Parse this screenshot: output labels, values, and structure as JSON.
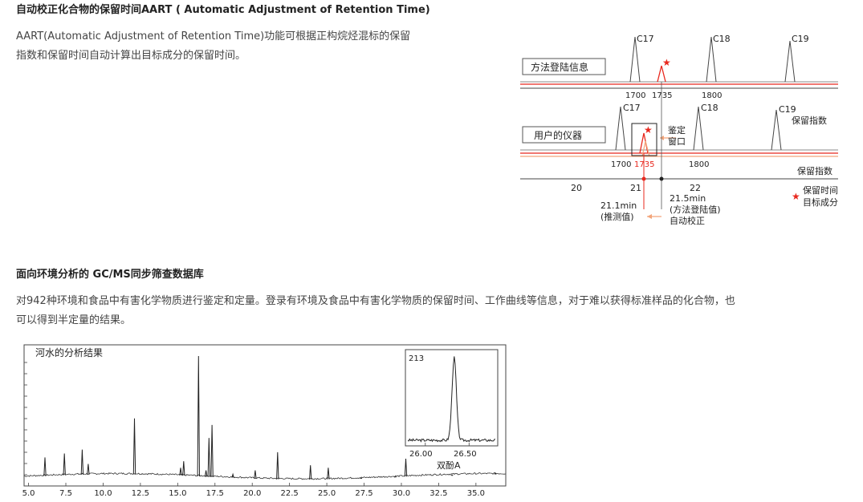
{
  "section1": {
    "title": "自动校正化合物的保留时间AART ( Automatic Adjustment of Retention Time)",
    "line1": "AART(Automatic Adjustment of Retention Time)功能可根据正构烷烃混标的保留",
    "line2": "指数和保留时间自动计算出目标成分的保留时间。"
  },
  "aart_diagram": {
    "method_box": "方法登陆信息",
    "user_box": "用户的仪器",
    "peaks": [
      "C17",
      "C18",
      "C19"
    ],
    "top_ri": [
      "1700",
      "1735",
      "1800"
    ],
    "bottom_ri": [
      "1700",
      "1735",
      "1800"
    ],
    "ri_label_right": "保留指数",
    "ri_axis_label": "保留指数",
    "window_label_1": "鉴定",
    "window_label_2": "窗口",
    "time_ticks": [
      "20",
      "21",
      "22"
    ],
    "predicted_time": "21.1min",
    "predicted_note": "(推测值)",
    "method_time": "21.5min",
    "method_note": "(方法登陆值)",
    "auto_correct": "自动校正",
    "legend_1": "保留时间",
    "legend_2": "目标成分",
    "red": "#e8281e",
    "orange": "#f3a57a"
  },
  "section2": {
    "title": "面向环境分析的 GC/MS同步筛查数据库",
    "line1": "对942种环境和食品中有害化学物质进行鉴定和定量。登录有环境及食品中有害化学物质的保留时间、工作曲线等信息，对于难以获得标准样品的化合物，也",
    "line2": "可以得到半定量的结果。"
  },
  "chromatogram": {
    "title": "河水的分析结果",
    "x_ticks": [
      "5.0",
      "7.5",
      "10.0",
      "12.5",
      "15.0",
      "17.5",
      "20.0",
      "22.5",
      "25.0",
      "27.5",
      "30.0",
      "32.5",
      "35.0"
    ],
    "inset_label": "213",
    "inset_x_ticks": [
      "26.00",
      "26.50"
    ],
    "inset_caption": "双酚A"
  },
  "chart_data": {
    "type": "line",
    "title": "河水的分析结果",
    "xlabel": "",
    "ylabel": "",
    "xlim": [
      4.7,
      37.0
    ],
    "x_ticks": [
      5.0,
      7.5,
      10.0,
      12.5,
      15.0,
      17.5,
      20.0,
      22.5,
      25.0,
      27.5,
      30.0,
      32.5,
      35.0
    ],
    "peaks": [
      {
        "x": 6.1,
        "y": 0.22
      },
      {
        "x": 7.4,
        "y": 0.25
      },
      {
        "x": 8.6,
        "y": 0.28
      },
      {
        "x": 9.0,
        "y": 0.17
      },
      {
        "x": 12.1,
        "y": 0.52
      },
      {
        "x": 15.2,
        "y": 0.14
      },
      {
        "x": 15.4,
        "y": 0.19
      },
      {
        "x": 16.4,
        "y": 1.0
      },
      {
        "x": 16.9,
        "y": 0.12
      },
      {
        "x": 17.1,
        "y": 0.37
      },
      {
        "x": 17.3,
        "y": 0.47
      },
      {
        "x": 18.7,
        "y": 0.09
      },
      {
        "x": 20.2,
        "y": 0.12
      },
      {
        "x": 21.7,
        "y": 0.26
      },
      {
        "x": 23.9,
        "y": 0.16
      },
      {
        "x": 25.1,
        "y": 0.14
      },
      {
        "x": 27.3,
        "y": 0.06
      },
      {
        "x": 29.6,
        "y": 0.07
      },
      {
        "x": 30.3,
        "y": 0.21
      },
      {
        "x": 33.4,
        "y": 0.08
      },
      {
        "x": 36.3,
        "y": 0.1
      }
    ],
    "baseline": 0.07,
    "inset": {
      "label": "213",
      "xlim": [
        25.8,
        26.8
      ],
      "x_ticks": [
        26.0,
        26.5
      ],
      "peak_x": 26.33,
      "caption": "双酚A"
    }
  }
}
